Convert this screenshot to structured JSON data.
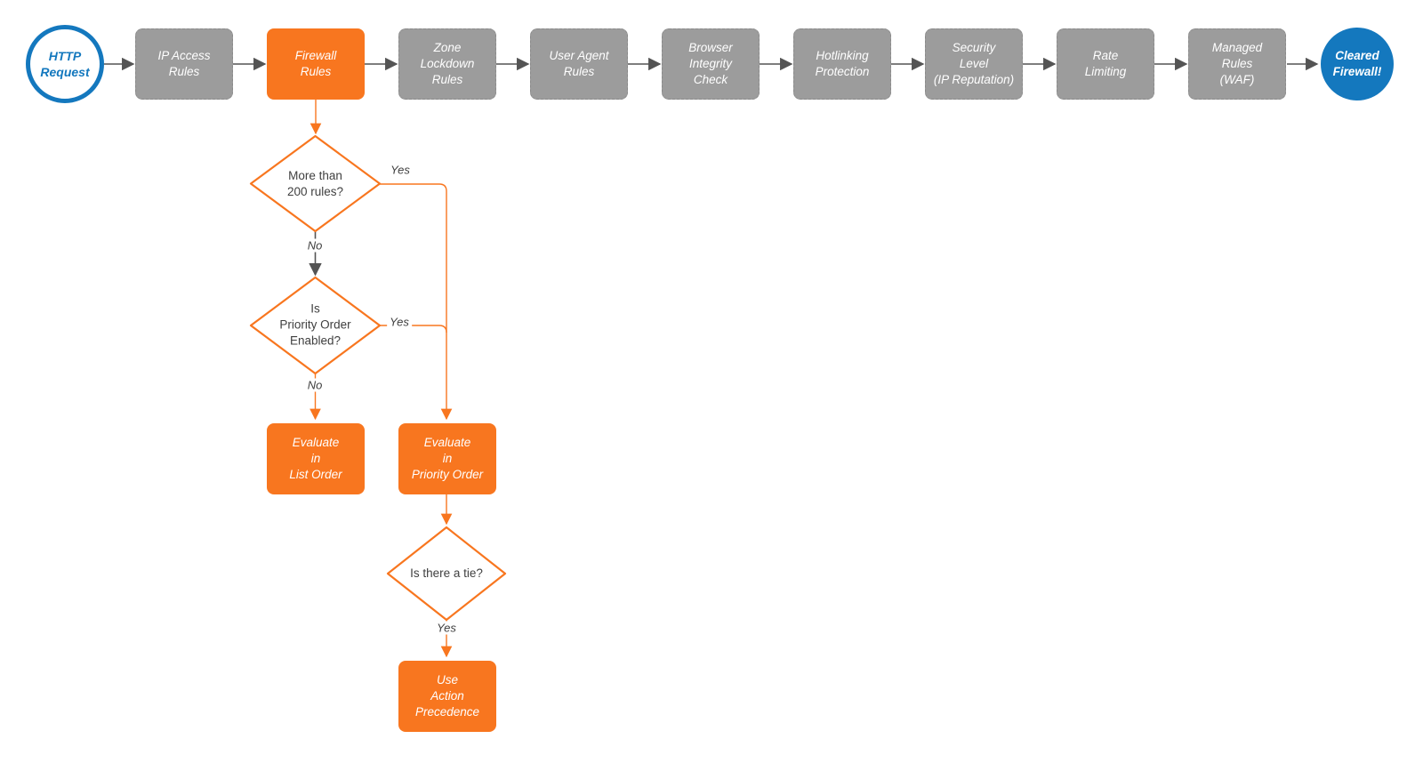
{
  "colors": {
    "accent_orange": "#F8761F",
    "accent_blue": "#1478BE",
    "node_gray": "#9C9C9C",
    "arrow_gray": "#545454",
    "text_dark": "#3F3F3F",
    "node_text": "#FFFFFF"
  },
  "nodes": {
    "start": {
      "label": "HTTP\nRequest"
    },
    "pipeline": [
      {
        "id": "ip-access-rules",
        "label": "IP Access\nRules",
        "style": "gray"
      },
      {
        "id": "firewall-rules",
        "label": "Firewall\nRules",
        "style": "orange"
      },
      {
        "id": "zone-lockdown-rules",
        "label": "Zone\nLockdown\nRules",
        "style": "gray"
      },
      {
        "id": "user-agent-rules",
        "label": "User Agent\nRules",
        "style": "gray"
      },
      {
        "id": "browser-integrity-check",
        "label": "Browser\nIntegrity\nCheck",
        "style": "gray"
      },
      {
        "id": "hotlinking-protection",
        "label": "Hotlinking\nProtection",
        "style": "gray"
      },
      {
        "id": "security-level",
        "label": "Security\nLevel\n(IP Reputation)",
        "style": "gray"
      },
      {
        "id": "rate-limiting",
        "label": "Rate\nLimiting",
        "style": "gray"
      },
      {
        "id": "managed-rules-waf",
        "label": "Managed\nRules\n(WAF)",
        "style": "gray"
      }
    ],
    "end": {
      "label": "Cleared\nFirewall!"
    },
    "decisions": [
      {
        "id": "more-than-200-rules",
        "label": "More than\n200 rules?"
      },
      {
        "id": "priority-order-enabled",
        "label": "Is\nPriority Order\nEnabled?"
      },
      {
        "id": "is-there-a-tie",
        "label": "Is there a tie?"
      }
    ],
    "actions": [
      {
        "id": "evaluate-list-order",
        "label": "Evaluate\nin\nList Order"
      },
      {
        "id": "evaluate-priority-order",
        "label": "Evaluate\nin\nPriority Order"
      },
      {
        "id": "use-action-precedence",
        "label": "Use\nAction\nPrecedence"
      }
    ]
  },
  "edge_labels": {
    "yes1": "Yes",
    "no1": "No",
    "yes2": "Yes",
    "no2": "No",
    "yes3": "Yes"
  }
}
